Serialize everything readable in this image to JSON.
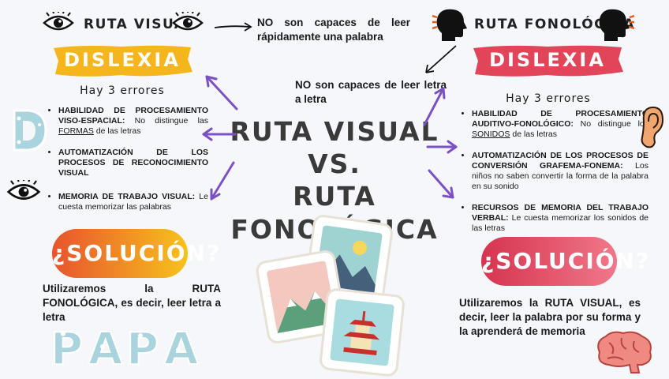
{
  "left": {
    "header": "RUTA VISUAL",
    "badge": "DISLEXIA",
    "errors_title": "Hay 3 errores",
    "points": [
      {
        "bold": "HABILIDAD DE PROCESAMIENTO VISO-ESPACIAL:",
        "text_a": " No distingue las ",
        "underline": "FORMAS",
        "text_b": " de las letras"
      },
      {
        "bold": "AUTOMATIZACIÓN DE LOS PROCESOS DE RECONOCIMIENTO VISUAL",
        "text_a": "",
        "underline": "",
        "text_b": ""
      },
      {
        "bold": "MEMORIA DE TRABAJO VISUAL:",
        "text_a": " Le cuesta memorizar las palabras",
        "underline": "",
        "text_b": ""
      }
    ],
    "solution_label": "¿SOLUCIÓN?",
    "solution_text": "Utilizaremos la RUTA FONOLÓGICA, es decir, leer letra a letra",
    "decor_letter": "D",
    "decor_word": [
      "P",
      "A",
      "P",
      "A"
    ]
  },
  "right": {
    "header": "RUTA FONOLÓGICA",
    "badge": "DISLEXIA",
    "errors_title": "Hay 3 errores",
    "points": [
      {
        "bold": "HABILIDAD DE PROCESAMIENTO AUDITIVO-FONOLÓGICO:",
        "text_a": " No distingue los ",
        "underline": "SONIDOS",
        "text_b": " de las letras"
      },
      {
        "bold": "AUTOMATIZACIÓN DE LOS PROCESOS DE CONVERSIÓN GRAFEMA-FONEMA:",
        "text_a": " Los niños no saben convertir la forma de la palabra en su sonido",
        "underline": "",
        "text_b": ""
      },
      {
        "bold": "RECURSOS DE MEMORIA DEL TRABAJO VERBAL:",
        "text_a": " Le cuesta memorizar los sonidos de las letras",
        "underline": "",
        "text_b": ""
      }
    ],
    "solution_label": "¿SOLUCIÓN?",
    "solution_text": "Utilizaremos la RUTA VISUAL, es decir, leer la palabra por su forma y la aprenderá de memoria"
  },
  "center": {
    "title_line1": "RUTA VISUAL",
    "title_line2": "VS.",
    "title_line3": "RUTA FONOLÓGICA",
    "note_visual": "NO son capaces de leer rápidamente una palabra",
    "note_phono": "NO son capaces de leer letra a letra"
  },
  "colors": {
    "yellow_brush": "#f5b51c",
    "red_brush": "#e0455a",
    "arrow_purple": "#7b52c4",
    "pill_left_from": "#f7c21c",
    "pill_left_to": "#e8532e",
    "pill_right_from": "#f0788a",
    "pill_right_to": "#d6344e"
  },
  "icons": [
    "eye-icon",
    "speaking-head-icon",
    "ear-icon",
    "brain-icon",
    "landscape-picture-icon",
    "pagoda-picture-icon"
  ]
}
